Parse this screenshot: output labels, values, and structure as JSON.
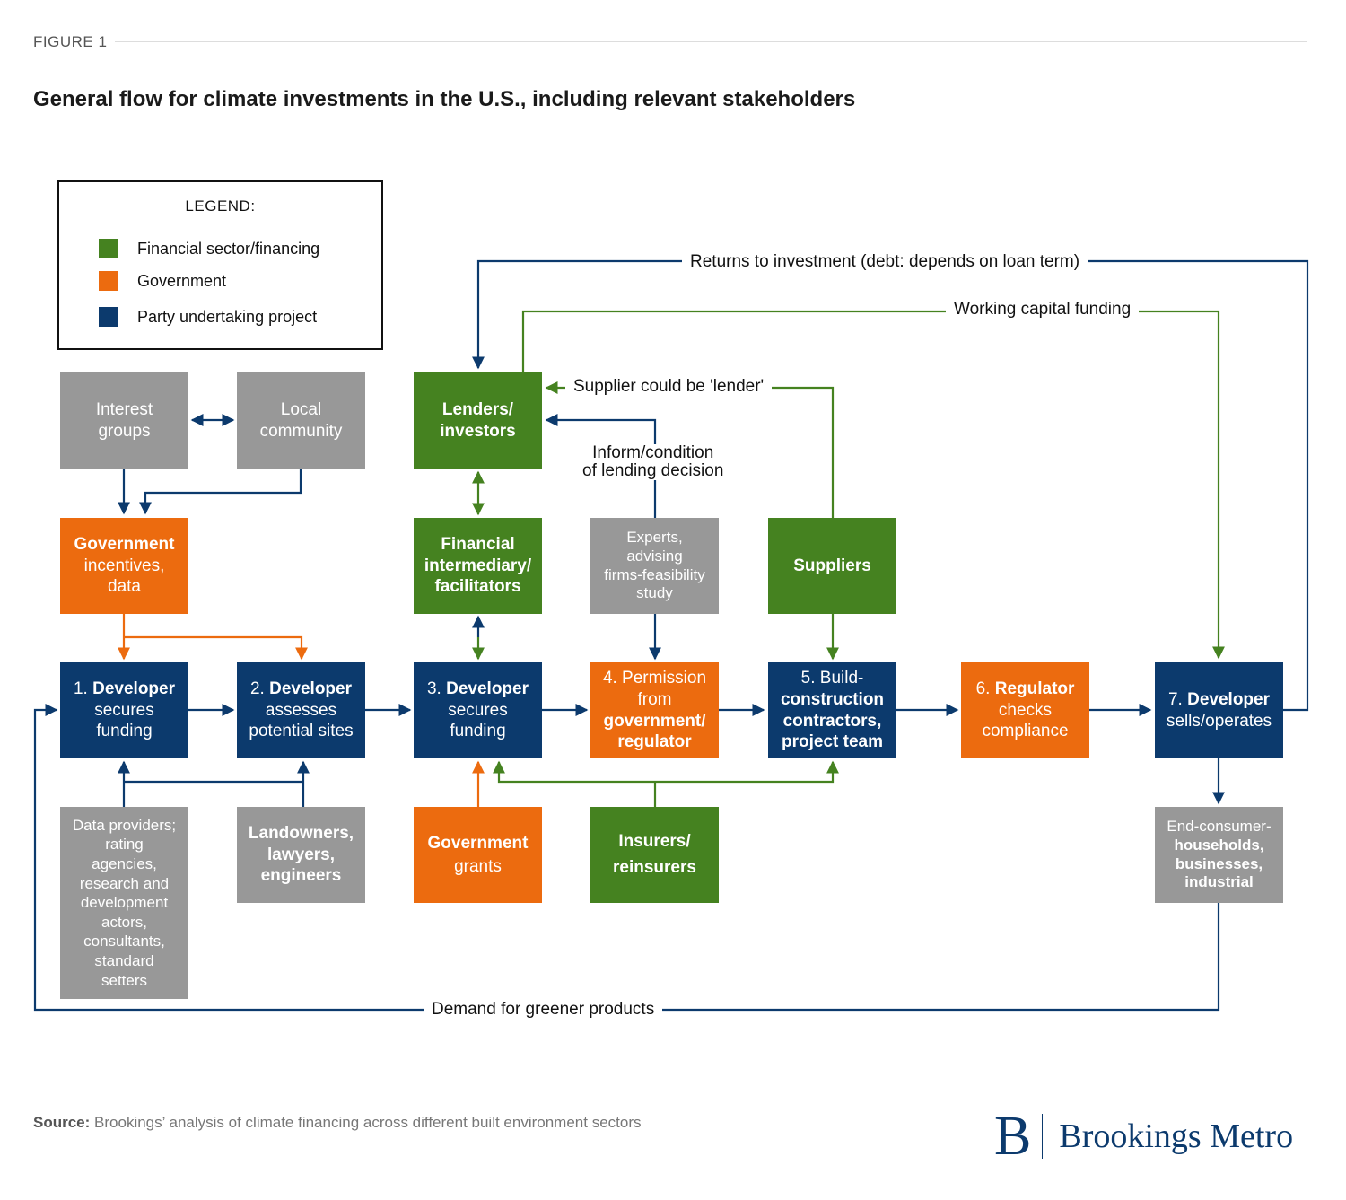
{
  "header": {
    "figure_label": "FIGURE 1",
    "title": "General flow for climate investments in the U.S., including relevant stakeholders"
  },
  "legend": {
    "title": "LEGEND:",
    "items": [
      {
        "label": "Financial sector/financing",
        "color": "#458220"
      },
      {
        "label": "Government",
        "color": "#ec6b0f"
      },
      {
        "label": "Party undertaking project",
        "color": "#0c3a6d"
      }
    ]
  },
  "colors": {
    "financial_green": "#458220",
    "government_orange": "#ec6b0f",
    "project_navy": "#0c3a6d",
    "other_gray": "#989898"
  },
  "nodes": {
    "interest_groups": {
      "line1": "Interest",
      "line2": "groups"
    },
    "local_community": {
      "line1": "Local",
      "line2": "community"
    },
    "government_incentives": {
      "bold": "Government",
      "line2": "incentives,",
      "line3": "data"
    },
    "lenders": {
      "line1": "Lenders/",
      "line2": "investors"
    },
    "financial_intermediary": {
      "line1": "Financial",
      "line2": "intermediary/",
      "line3": "facilitators"
    },
    "experts": {
      "line1": "Experts,",
      "line2": "advising",
      "line3": "firms-feasibility",
      "line4": "study"
    },
    "suppliers": {
      "line1": "Suppliers"
    },
    "step1": {
      "num": "1.",
      "bold": "Developer",
      "line2": "secures",
      "line3": "funding"
    },
    "step2": {
      "num": "2.",
      "bold": "Developer",
      "line2": "assesses",
      "line3": "potential sites"
    },
    "step3": {
      "num": "3.",
      "bold": "Developer",
      "line2": "secures",
      "line3": "funding"
    },
    "step4": {
      "line1": "4. Permission",
      "line2": "from",
      "bold1": "government/",
      "bold2": "regulator"
    },
    "step5": {
      "line1": "5. Build-",
      "bold1": "construction",
      "bold2": "contractors,",
      "bold3": "project team"
    },
    "step6": {
      "num": "6.",
      "bold": "Regulator",
      "line2": "checks",
      "line3": "compliance"
    },
    "step7": {
      "num": "7.",
      "bold": "Developer",
      "line2": "sells/operates"
    },
    "data_providers": {
      "lines": [
        "Data providers;",
        "rating",
        "agencies,",
        "research and",
        "development",
        "actors,",
        "consultants,",
        "standard",
        "setters"
      ]
    },
    "landowners": {
      "line1": "Landowners,",
      "line2": "lawyers,",
      "line3": "engineers"
    },
    "government_grants": {
      "bold": "Government",
      "line2": "grants"
    },
    "insurers": {
      "line1": "Insurers/",
      "line2": "reinsurers"
    },
    "end_consumer": {
      "line1": "End-consumer-",
      "bold1": "households,",
      "bold2": "businesses,",
      "bold3": "industrial"
    }
  },
  "flow_labels": {
    "returns": "Returns to investment (debt: depends on loan term)",
    "working_capital": "Working capital funding",
    "supplier_lender": "Supplier could be 'lender'",
    "inform_line1": "Inform/condition",
    "inform_line2": "of lending decision",
    "demand": "Demand for greener products"
  },
  "footer": {
    "source_lead": "Source:",
    "source_text": "Brookings’ analysis of climate financing across different built environment sectors",
    "logo_mark": "B",
    "logo_text": "Brookings Metro"
  }
}
